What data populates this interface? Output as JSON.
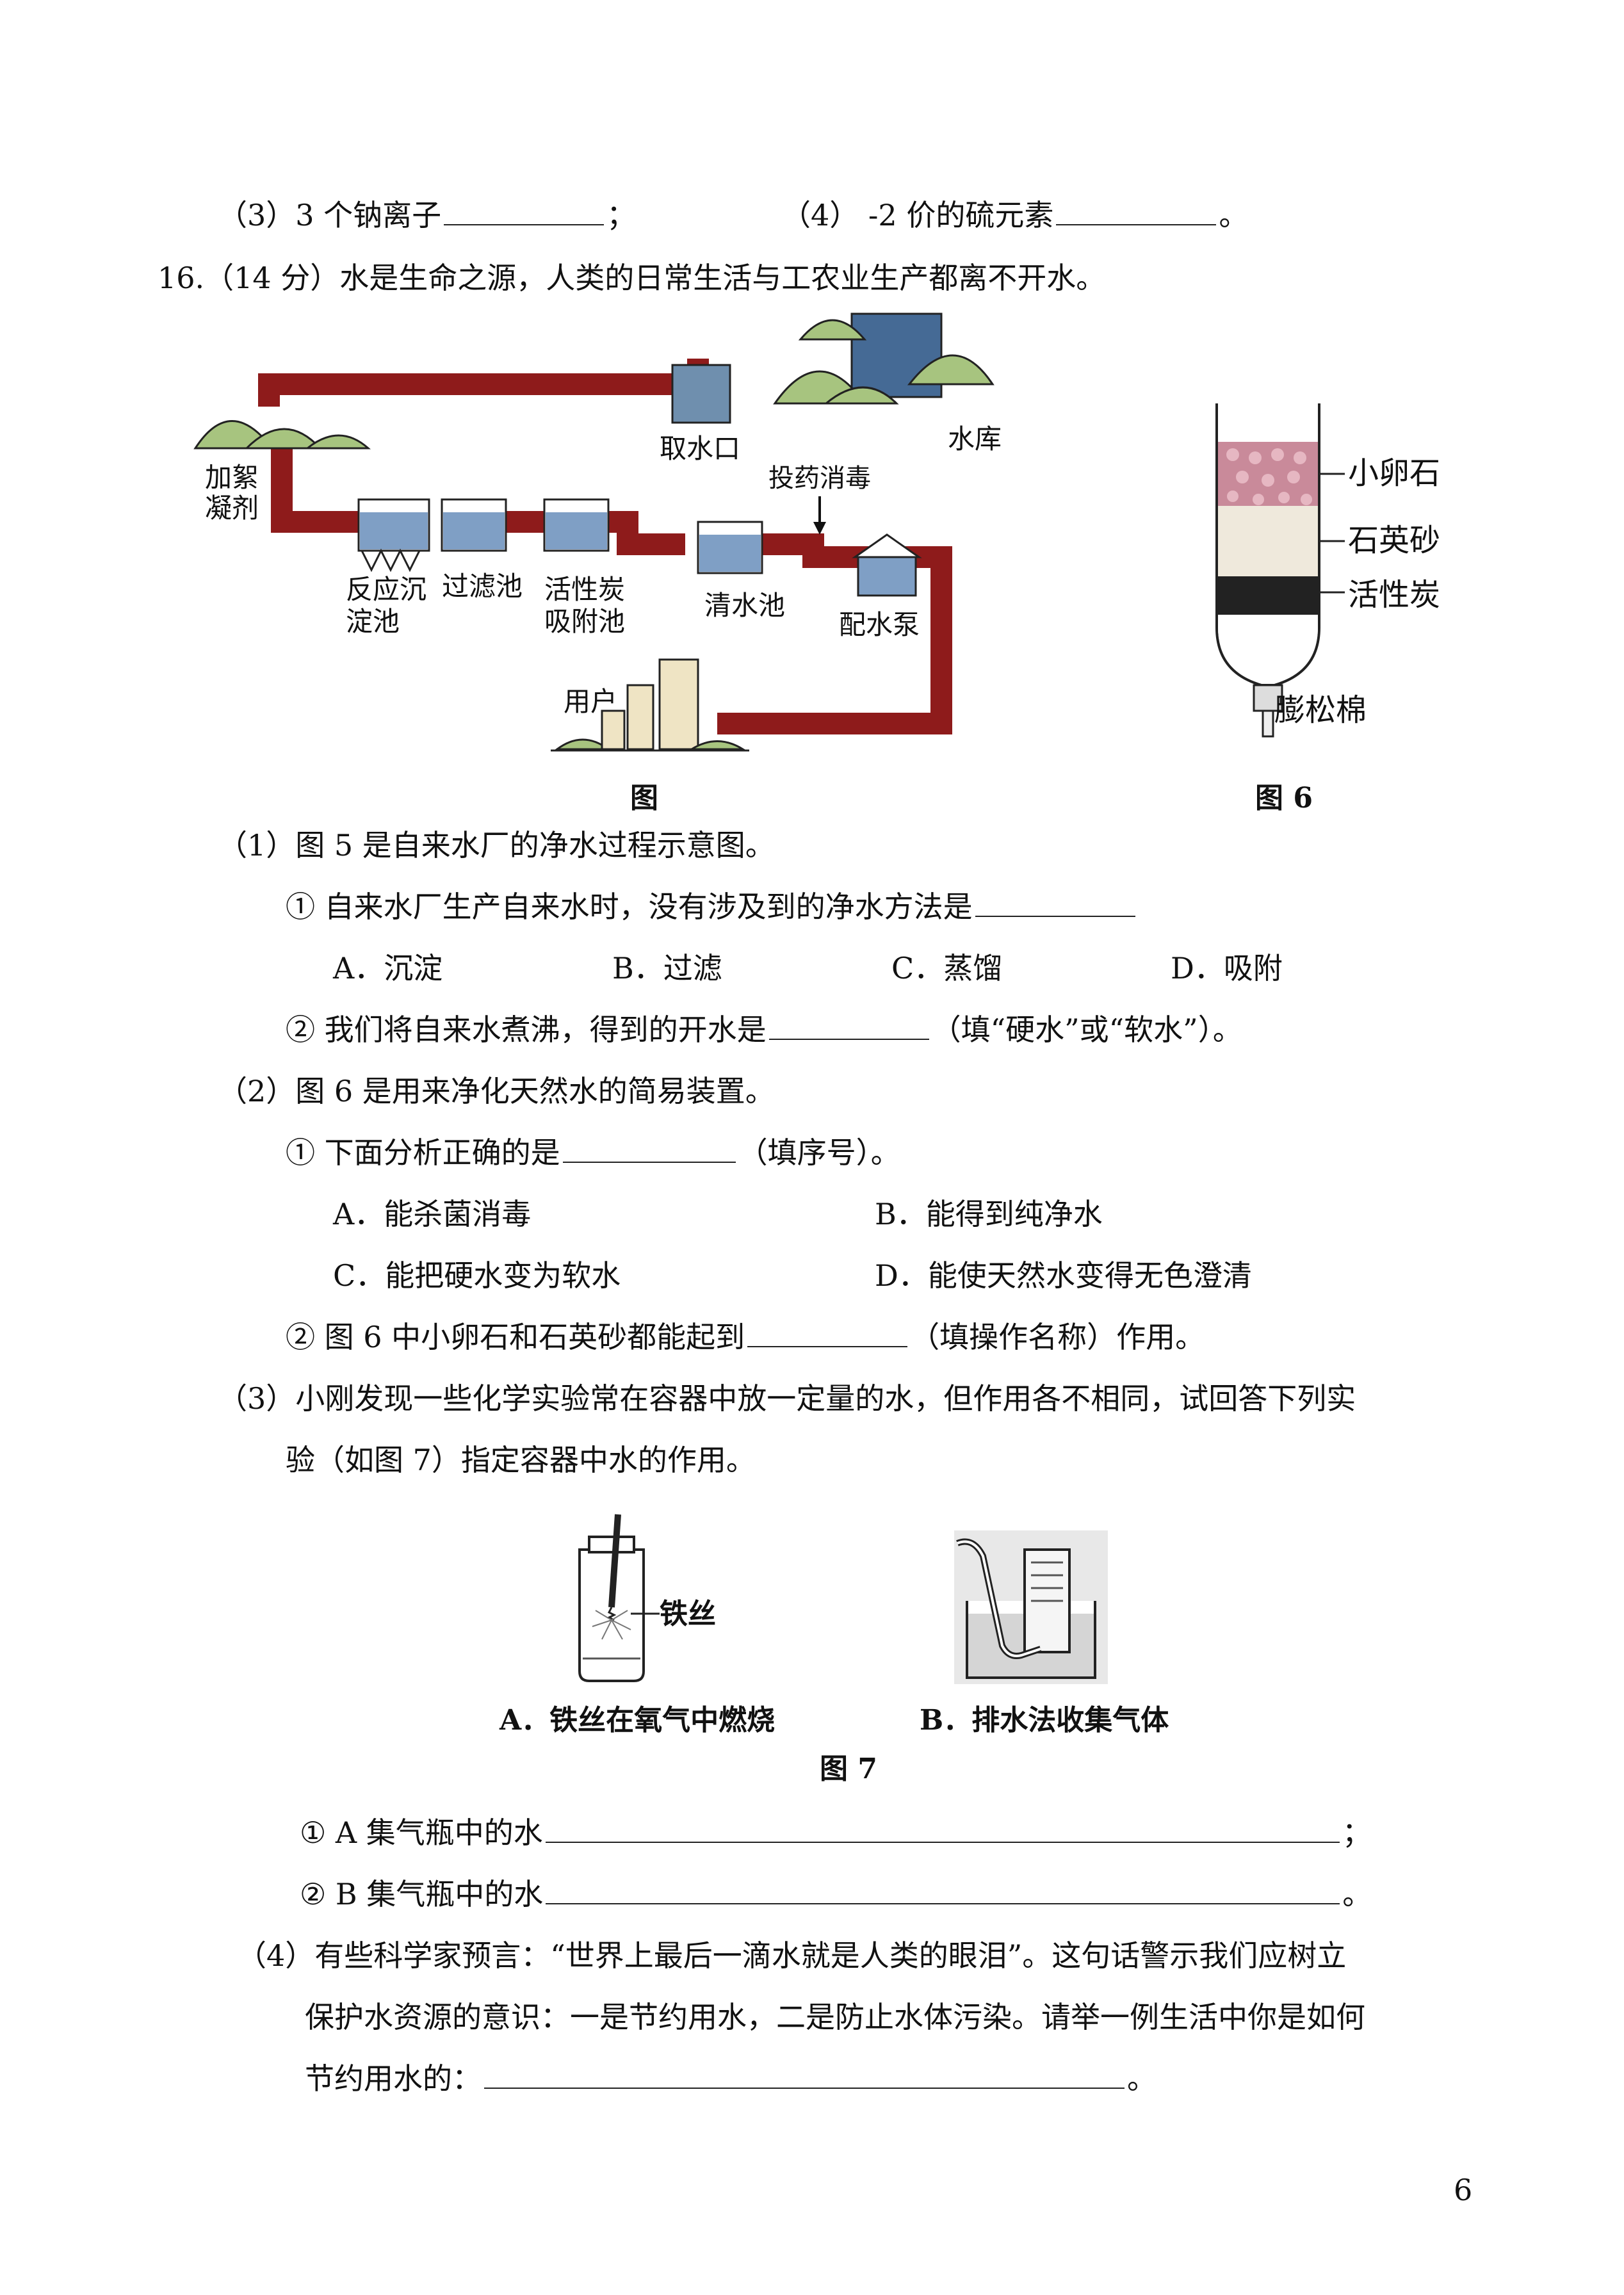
{
  "q15": {
    "item3": "（3）3 个钠离子",
    "item3_end": "；",
    "item4": "（4） -2 价的硫元素",
    "item4_end": "。"
  },
  "q16": {
    "stem": "16.（14 分）水是生命之源，人类的日常生活与工农业生产都离不开水。",
    "fig5": {
      "labels": {
        "coagulant": "加絮\n凝剂",
        "intake": "取水口",
        "reservoir": "水库",
        "disinfect": "投药消毒",
        "settle": "反应沉\n淀池",
        "filter": "过滤池",
        "carbon": "活性炭\n吸附池",
        "clear": "清水池",
        "pump": "配水泵",
        "user": "用户"
      },
      "caption": "图"
    },
    "fig6": {
      "labels": {
        "pebble": "小卵石",
        "sand": "石英砂",
        "carbon": "活性炭",
        "cotton": "膨松棉"
      },
      "caption": "图 6"
    },
    "p1": {
      "title": "（1）图 5 是自来水厂的净水过程示意图。",
      "s1": "① 自来水厂生产自来水时，没有涉及到的净水方法是",
      "options": [
        "A．沉淀",
        "B．过滤",
        "C．蒸馏",
        "D．吸附"
      ],
      "s2": "② 我们将自来水煮沸，得到的开水是",
      "s2_end": "（填“硬水”或“软水”）。"
    },
    "p2": {
      "title": "（2）图 6 是用来净化天然水的简易装置。",
      "s1": "① 下面分析正确的是",
      "s1_end": "（填序号）。",
      "options": [
        "A．能杀菌消毒",
        "B．能得到纯净水",
        "C．能把硬水变为软水",
        "D．能使天然水变得无色澄清"
      ],
      "s2": "② 图 6 中小卵石和石英砂都能起到",
      "s2_end": "（填操作名称）作用。"
    },
    "p3": {
      "title_l1": "（3）小刚发现一些化学实验常在容器中放一定量的水，但作用各不相同，试回答下列实",
      "title_l2": "验（如图 7）指定容器中水的作用。",
      "figA_label": "铁丝",
      "captionA": "A．铁丝在氧气中燃烧",
      "captionB": "B．排水法收集气体",
      "fig7_caption": "图 7",
      "s1": "① A 集气瓶中的水",
      "s1_end": "；",
      "s2": "② B 集气瓶中的水",
      "s2_end": "。"
    },
    "p4": {
      "l1": "（4）有些科学家预言：“世界上最后一滴水就是人类的眼泪”。这句话警示我们应树立",
      "l2": "保护水资源的意识：一是节约用水，二是防止水体污染。请举一例生活中你是如何",
      "l3": "节约用水的：",
      "l3_end": "。"
    }
  },
  "page_number": "6"
}
